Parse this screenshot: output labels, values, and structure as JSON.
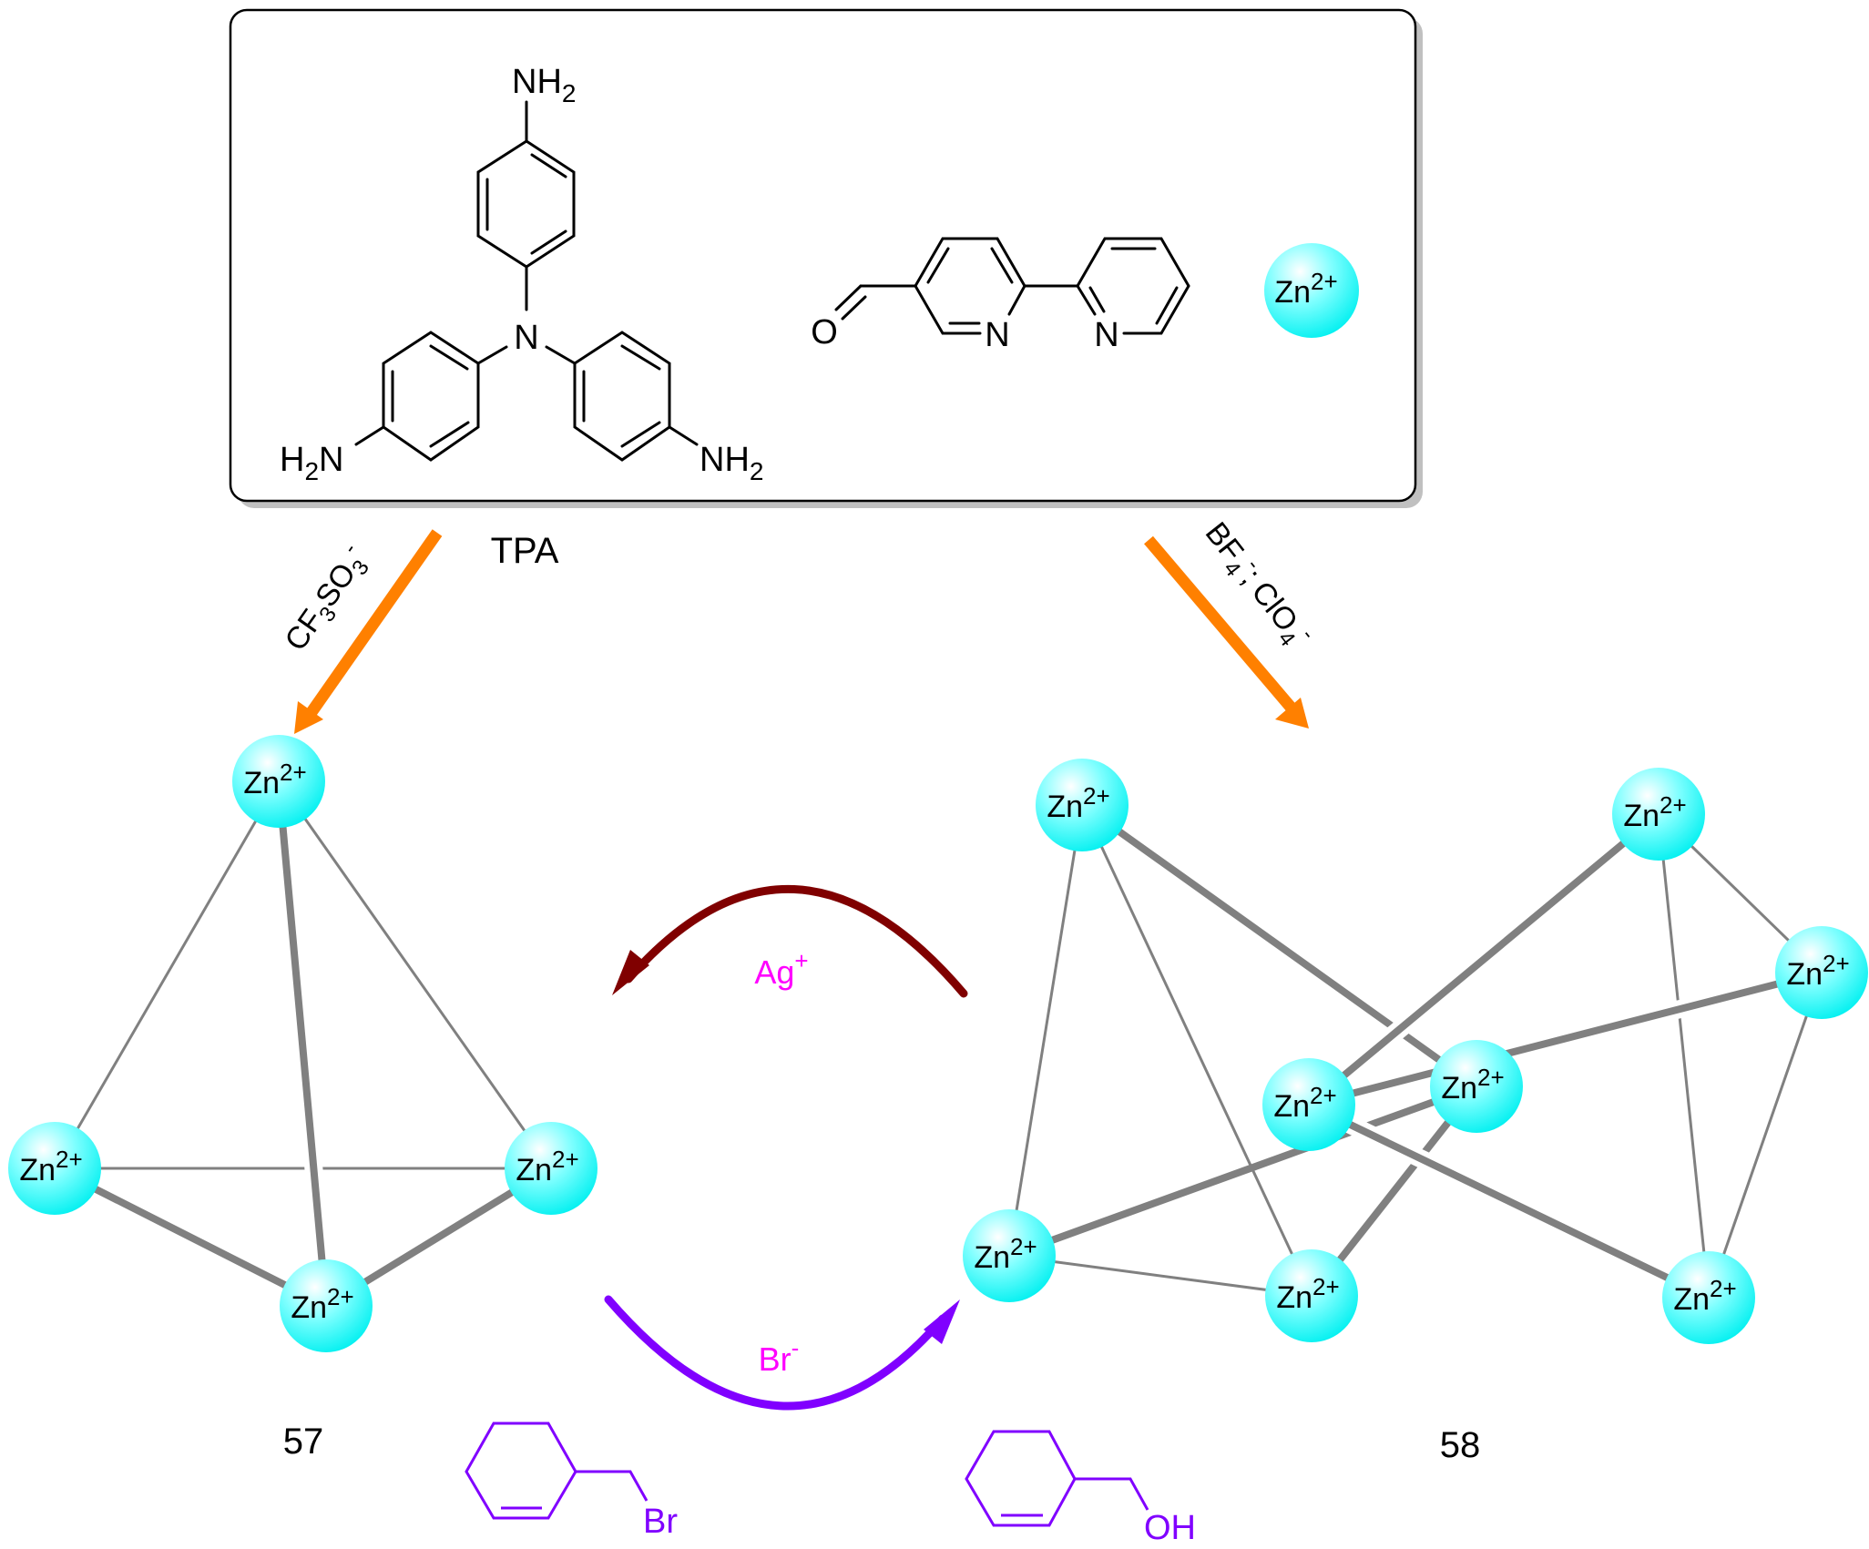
{
  "reactants_box": {
    "tpa": {
      "name": "TPA",
      "top_amine": "NH",
      "top_amine_sub": "2",
      "center_atom": "N",
      "left_amine_prefix": "H",
      "left_amine_sub": "2",
      "left_amine_suffix": "N",
      "right_amine": "NH",
      "right_amine_sub": "2"
    },
    "bipyridine_aldehyde": {
      "oxygen": "O",
      "ring_n1": "N",
      "ring_n2": "N"
    },
    "metal_ion": {
      "symbol": "Zn",
      "charge": "2+"
    }
  },
  "conditions": {
    "left": {
      "anion": "CF",
      "sub1": "3",
      "mid": "SO",
      "sub2": "3",
      "charge": "-"
    },
    "right": {
      "part1": "BF",
      "sub1": "4",
      "charge1": "-",
      "sep": ";",
      "part2": "ClO",
      "sub2": "4",
      "charge2": "-"
    }
  },
  "cages": {
    "cage_57": {
      "label": "57",
      "node_label": "Zn",
      "node_charge": "2+",
      "node_count": 4
    },
    "cage_58": {
      "label": "58",
      "node_label": "Zn",
      "node_charge": "2+",
      "node_count": 8
    }
  },
  "transformations": {
    "to_57": {
      "reagent": "Ag",
      "charge": "+"
    },
    "to_58": {
      "reagent": "Br",
      "charge": "-"
    }
  },
  "guests": {
    "guest_57": {
      "substituent": "Br"
    },
    "guest_58": {
      "substituent": "OH"
    }
  },
  "colors": {
    "arrow_orange": "#FF8000",
    "ag_arrow": "#800000",
    "br_arrow": "#8000FF",
    "reagent_text": "#FF00FF",
    "guest_color": "#8000FF",
    "ion_fill": "#00FFFF",
    "edge_gray": "#808080"
  }
}
